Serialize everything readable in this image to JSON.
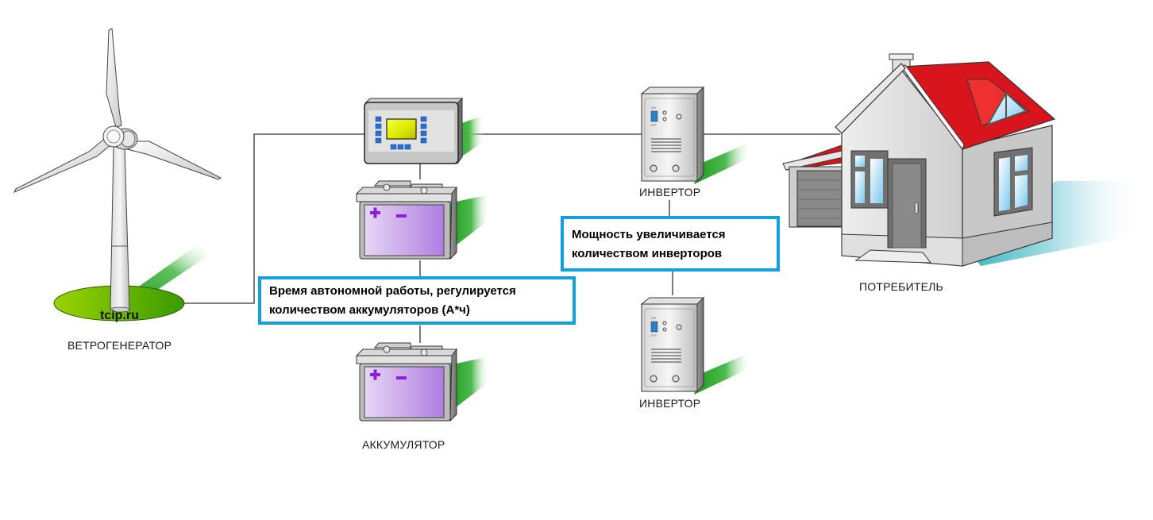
{
  "diagram": {
    "title": "",
    "components": {
      "wind_generator": {
        "label": "ВЕТРОГЕНЕРАТОР",
        "watermark": "tcip.ru"
      },
      "controller": {
        "label": ""
      },
      "battery_1": {
        "label": ""
      },
      "battery_2": {
        "label": "АККУМУЛЯТОР"
      },
      "inverter_1": {
        "label": "ИНВЕРТОР"
      },
      "inverter_2": {
        "label": "ИНВЕРТОР"
      },
      "consumer": {
        "label": "ПОТРЕБИТЕЛЬ"
      }
    },
    "notes": {
      "battery_note": {
        "line1": "Время автономной работы, регулируется",
        "line2": "количеством аккумуляторов (А*ч)"
      },
      "inverter_note": {
        "line1": "Мощность увеличивается",
        "line2": "количеством инверторов"
      }
    },
    "connections": [
      {
        "from": "wind_generator",
        "to": "controller"
      },
      {
        "from": "controller",
        "to": "battery_1"
      },
      {
        "from": "battery_1",
        "to": "battery_2"
      },
      {
        "from": "controller",
        "to": "inverter_1"
      },
      {
        "from": "inverter_1",
        "to": "inverter_2"
      },
      {
        "from": "inverter_1",
        "to": "consumer"
      }
    ],
    "colors": {
      "note_border": "#12a1e0",
      "ground_green": "#5cb800",
      "roof_red": "#d8141c",
      "battery_purple": "#b98ee8",
      "sign_purple": "#8a1fd6",
      "screen_yellow": "#e8f000",
      "button_blue": "#2a6fd6",
      "wire": "#333333"
    }
  }
}
